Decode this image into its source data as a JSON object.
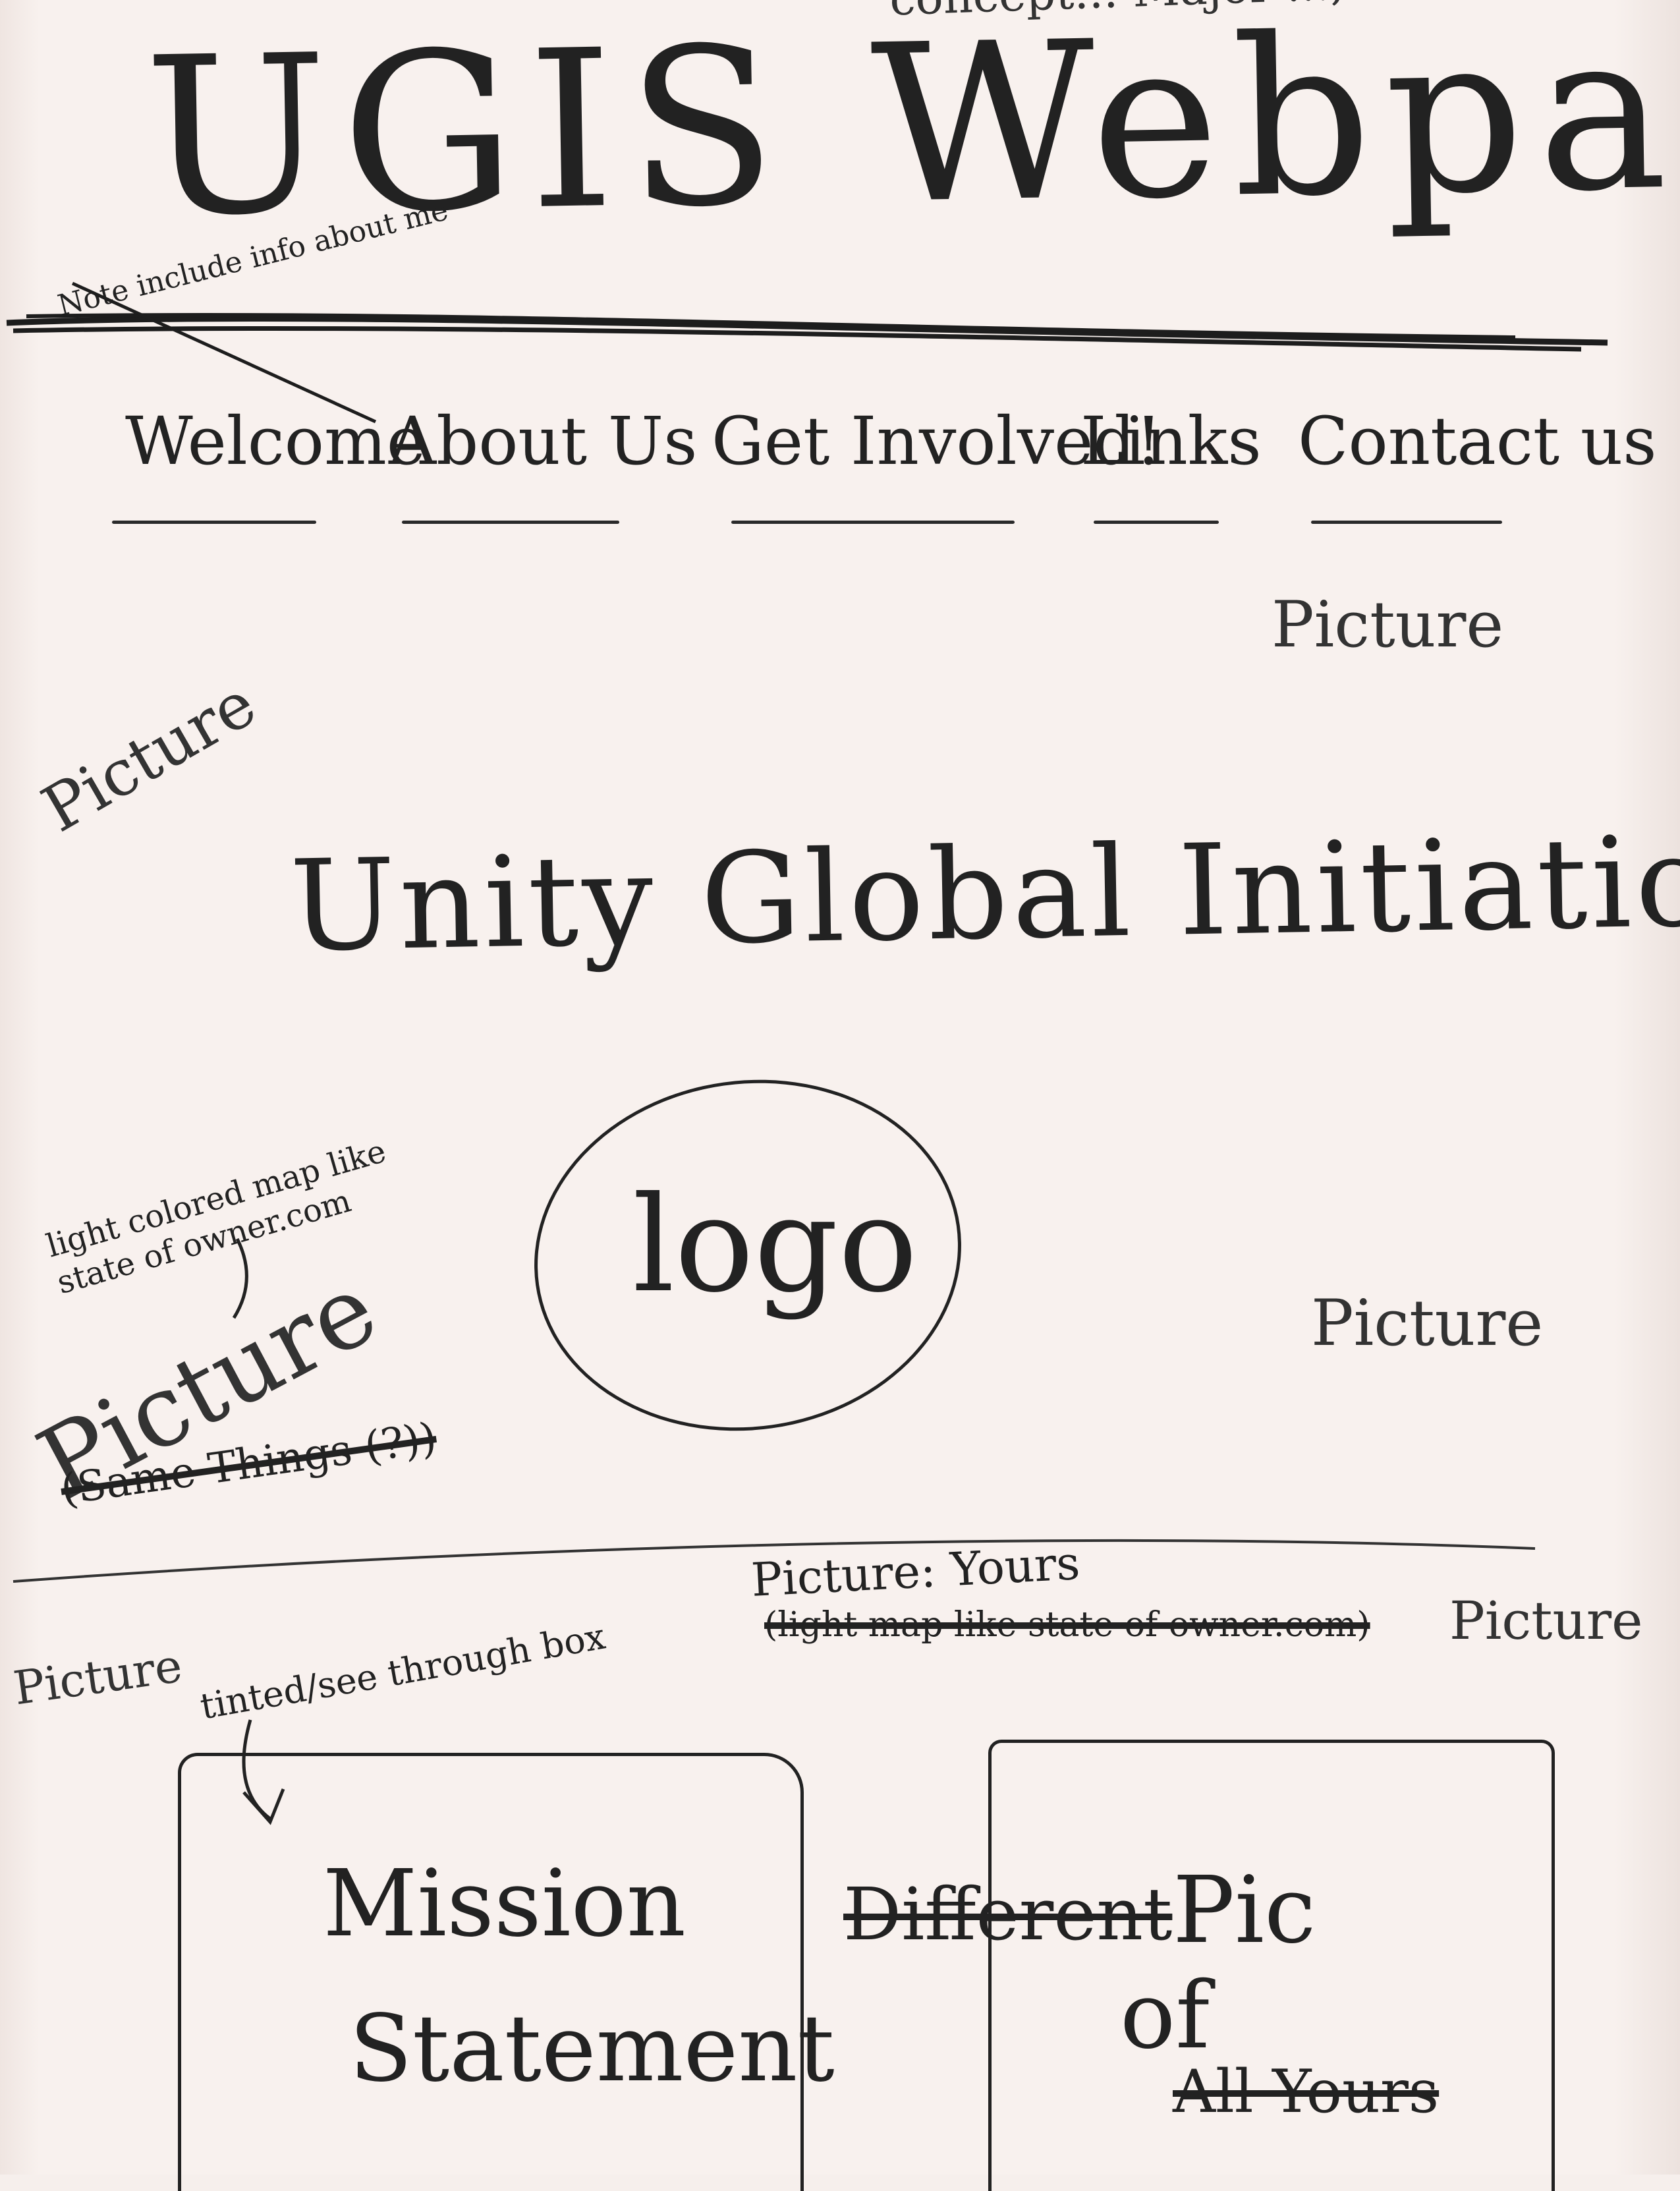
{
  "page": {
    "title": "UGIS Webpage",
    "top_note": "concept... Major ..., ..."
  },
  "notes": {
    "header_note": "Note include info about me",
    "map_note": "light colored map like\nstate of owner.com",
    "tinted_box_note": "tinted/see through box",
    "picture_yours": "Picture: Yours",
    "picture_yours_struck": "(light map like state of owner.com)",
    "logo_struck": "(Same Things (?))"
  },
  "nav": {
    "items": [
      {
        "label": "Welcome"
      },
      {
        "label": "About Us"
      },
      {
        "label": "Get Involved!"
      },
      {
        "label": "Links"
      },
      {
        "label": "Contact us"
      }
    ]
  },
  "pictures": {
    "top_right": "Picture",
    "left_upper": "Picture",
    "mid_right": "Picture",
    "left_lower": "Picture",
    "bottom_right": "Picture",
    "bottom_left": "Picture"
  },
  "hero": {
    "scholarship": "Unity Global Initiation Scholarship",
    "logo": "logo"
  },
  "boxes": {
    "mission_line1": "Mission",
    "mission_line2": "Statement",
    "pic_line1": "Pic",
    "pic_line2": "of",
    "pic_struck": "All Yours",
    "pic_word_struck": "Different"
  }
}
